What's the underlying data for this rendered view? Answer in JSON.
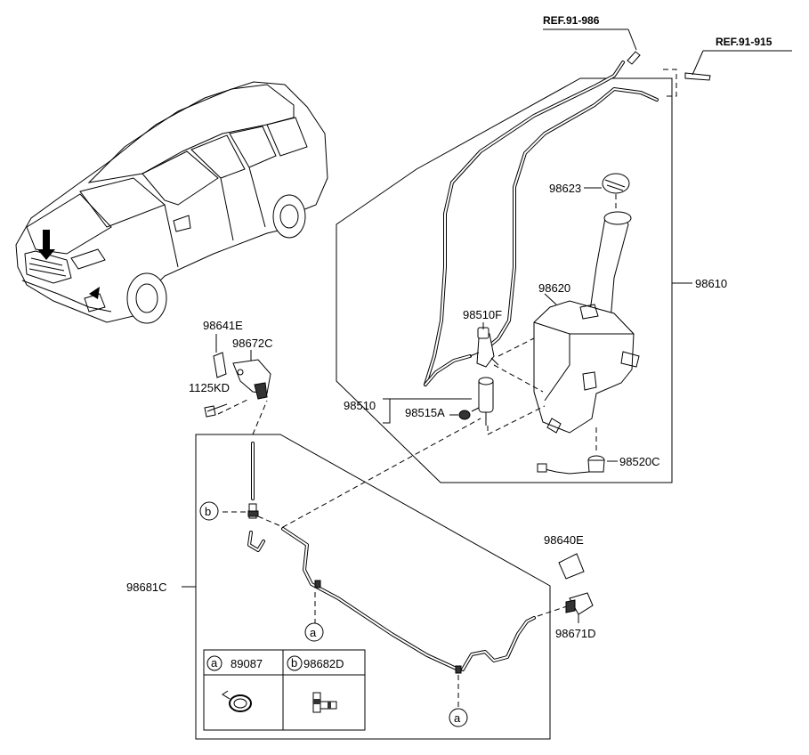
{
  "refs": {
    "ref1": "REF.91-986",
    "ref2": "REF.91-915"
  },
  "labels": {
    "p98610": "98610",
    "p98623": "98623",
    "p98620": "98620",
    "p98510F": "98510F",
    "p98510": "98510",
    "p98515A": "98515A",
    "p98520C": "98520C",
    "p98641E": "98641E",
    "p98672C": "98672C",
    "p1125KD": "1125KD",
    "p98681C": "98681C",
    "p98640E": "98640E",
    "p98671D": "98671D"
  },
  "markers": {
    "a": "a",
    "b": "b"
  },
  "legend": {
    "a_marker": "a",
    "a_part": "89087",
    "b_marker": "b",
    "b_part": "98682D"
  },
  "icons": [
    "car-illustration",
    "washer-reservoir",
    "washer-pump",
    "filler-cap",
    "washer-nozzle",
    "hose-clip",
    "tee-connector"
  ]
}
